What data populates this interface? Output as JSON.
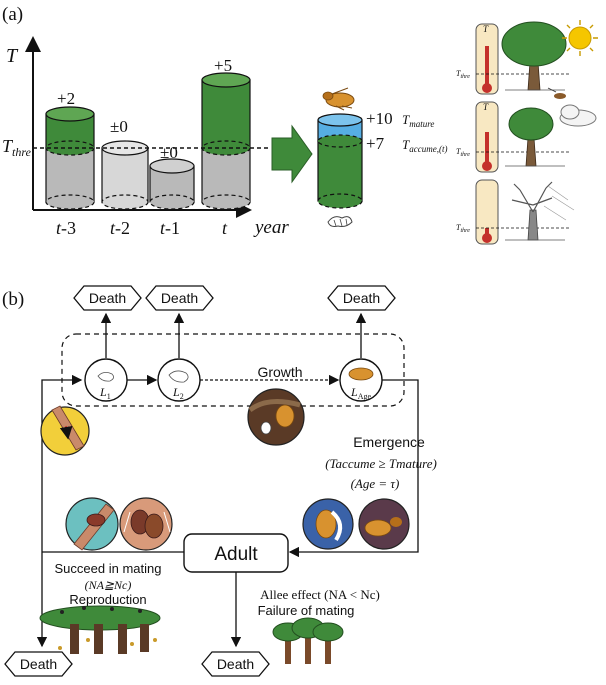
{
  "panel_a": {
    "label": "(a)",
    "y_axis": "T",
    "x_axis": "year",
    "threshold_main": "T",
    "threshold_sub": "thre",
    "bars": [
      {
        "name": "t",
        "suffix": "-3",
        "delta": "+2"
      },
      {
        "name": "t",
        "suffix": "-2",
        "delta": "±0"
      },
      {
        "name": "t",
        "suffix": "-1",
        "delta": "±0"
      },
      {
        "name": "t",
        "suffix": "",
        "delta": "+5"
      }
    ],
    "accum": {
      "mature_value": "+10",
      "mature_main": "T",
      "mature_sub": "mature",
      "accume_value": "+7",
      "accume_main": "T",
      "accume_sub": "accume,(t)"
    },
    "thermometer": {
      "label": "T",
      "thre_main": "T",
      "thre_sub": "thre"
    },
    "colors": {
      "green": "#3f8a3a",
      "gray": "#b9b9b9",
      "light_gray": "#d7d7d7",
      "blue": "#56aee3",
      "sun": "#f5c600"
    }
  },
  "panel_b": {
    "label": "(b)",
    "death_label": "Death",
    "growth_label": "Growth",
    "adult_label": "Adult",
    "stages": [
      {
        "main": "L",
        "sub": "1"
      },
      {
        "main": "L",
        "sub": "2"
      },
      {
        "main": "L",
        "sub": "Age"
      }
    ],
    "emergence": {
      "title": "Emergence",
      "cond1": "(Taccume ≥ Tmature)",
      "cond2": "(Age = τ)"
    },
    "mating": {
      "line1": "Succeed in mating",
      "line2": "(NA≧Nc)",
      "line3": "Reproduction"
    },
    "allee": {
      "line1": "Allee effect (NA < Nc)",
      "line2": "Failure of mating"
    }
  }
}
